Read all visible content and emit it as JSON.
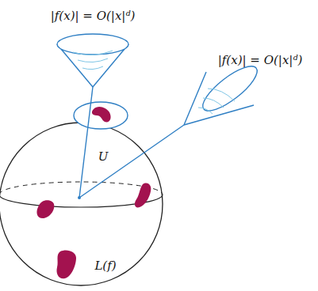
{
  "diagram": {
    "labels": [
      "|f(x)| = O(|x|ᵈ)",
      "|f(x)| = O(|x|ᵈ)",
      "U",
      "L(f)"
    ]
  }
}
